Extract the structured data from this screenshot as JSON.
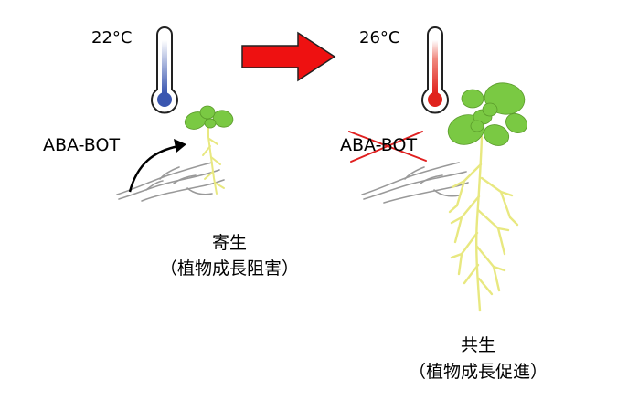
{
  "left_panel": {
    "temperature": "22°C",
    "hormone": "ABA-BOT",
    "outcome_line1": "寄生",
    "outcome_line2": "（植物成長阻害）",
    "thermometer_color": "#3a56b0"
  },
  "right_panel": {
    "temperature": "26°C",
    "hormone": "ABA-BOT",
    "outcome_line1": "共生",
    "outcome_line2": "（植物成長促進）",
    "thermometer_color": "#e0221c"
  },
  "colors": {
    "arrow": "#ee1111",
    "leaf": "#7ac943",
    "root": "#e8e880",
    "fungus": "#999999",
    "cross": "#e02020"
  },
  "icons": {
    "transition_arrow": "right-arrow-icon",
    "cold_thermometer": "thermometer-icon",
    "warm_thermometer": "thermometer-icon",
    "curved_arrow": "curved-arrow-icon",
    "strike": "cross-icon"
  }
}
